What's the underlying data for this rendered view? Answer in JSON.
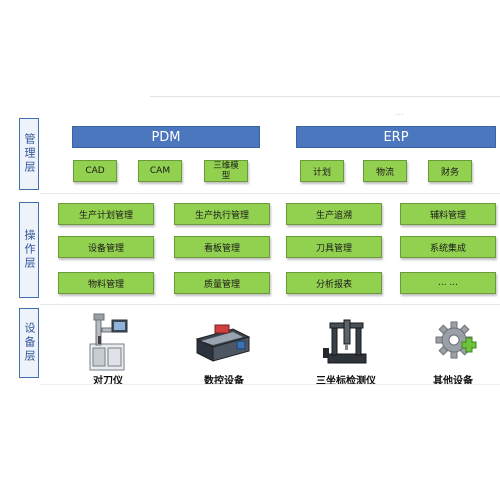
{
  "header_note": "...",
  "layers": {
    "management": {
      "label": "管理层",
      "systems": [
        {
          "label": "PDM",
          "modules": [
            "CAD",
            "CAM",
            "三维模型"
          ]
        },
        {
          "label": "ERP",
          "modules": [
            "计划",
            "物流",
            "财务"
          ]
        }
      ]
    },
    "operation": {
      "label": "操作层",
      "rows": [
        [
          "生产计划管理",
          "生产执行管理",
          "生产追溯",
          "辅料管理"
        ],
        [
          "设备管理",
          "看板管理",
          "刀具管理",
          "系统集成"
        ],
        [
          "物料管理",
          "质量管理",
          "分析报表",
          "... ..."
        ]
      ]
    },
    "equipment": {
      "label": "设备层",
      "items": [
        {
          "label": "对刀仪",
          "icon": "tool-presetter-icon"
        },
        {
          "label": "数控设备",
          "icon": "cnc-machine-icon"
        },
        {
          "label": "三坐标检测仪",
          "icon": "cmm-icon"
        },
        {
          "label": "其他设备",
          "icon": "gear-plus-icon"
        }
      ]
    }
  },
  "colors": {
    "band": "#4a77be",
    "module_box": "#92d050",
    "layer_border": "#3f6fae"
  }
}
